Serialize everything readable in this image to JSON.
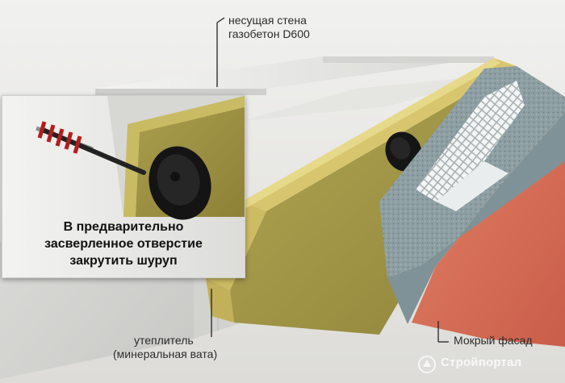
{
  "labels": {
    "wall_line1": "несущая стена",
    "wall_line2": "газобетон D600",
    "insulation_line1": "утеплитель",
    "insulation_line2": "(минеральная вата)",
    "facade": "Мокрый фасад"
  },
  "callout": {
    "line1": "В предварительно",
    "line2": "засверленное отверстие",
    "line3": "закрутить шуруп"
  },
  "watermark": {
    "text": "Стройпортал"
  },
  "colors": {
    "wall": "#e6e6e3",
    "insulation": "#b9ac55",
    "insulation_edge": "#d8c66e",
    "adhesive": "#8da0a4",
    "mesh": "#ffffff",
    "render": "#d9735d",
    "dowel": "#1a1a1a",
    "screw_thread": "#b31d1d"
  }
}
